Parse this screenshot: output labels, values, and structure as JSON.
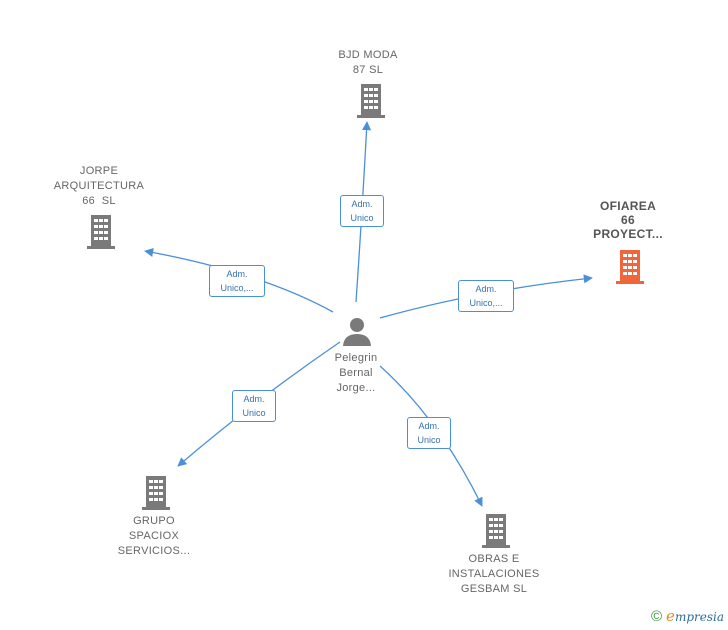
{
  "center": {
    "lines": [
      "Pelegrin",
      "Bernal",
      "Jorge..."
    ]
  },
  "companies": {
    "bjd": {
      "lines": [
        "BJD MODA",
        "87 SL"
      ]
    },
    "jorpe": {
      "lines": [
        "JORPE",
        "ARQUITECTURA",
        "66  SL"
      ]
    },
    "ofiarea": {
      "lines": [
        "OFIAREA",
        "66",
        "PROYECT..."
      ]
    },
    "grupo": {
      "lines": [
        "GRUPO",
        "SPACIOX",
        "SERVICIOS..."
      ]
    },
    "obras": {
      "lines": [
        "OBRAS E",
        "INSTALACIONES",
        "GESBAM SL"
      ]
    }
  },
  "edges": {
    "bjd": {
      "line1": "Adm.",
      "line2": "Unico"
    },
    "jorpe": {
      "line1": "Adm.",
      "line2": "Unico,..."
    },
    "ofiarea": {
      "line1": "Adm.",
      "line2": "Unico,..."
    },
    "grupo": {
      "line1": "Adm.",
      "line2": "Unico"
    },
    "obras": {
      "line1": "Adm.",
      "line2": "Unico"
    }
  },
  "colors": {
    "edge": "#4a90d9",
    "building": "#7a7a7a",
    "building_highlight": "#f0653a",
    "person": "#7a7a7a"
  },
  "footer": {
    "copyright": "©",
    "brand_initial": "e",
    "brand_rest": "mpresia"
  }
}
